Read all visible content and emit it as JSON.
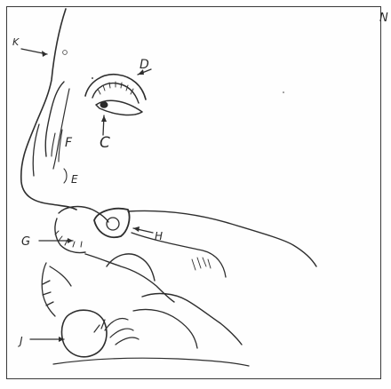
{
  "labels": {
    "k": "K",
    "d": "D",
    "c": "C",
    "f": "F",
    "e": "E",
    "g": "G",
    "h": "H",
    "j": "J",
    "corner": "N"
  },
  "colors": {
    "ink": "#2e2e2e",
    "paper": "#fefefe",
    "frame": "#3a3a3a"
  }
}
